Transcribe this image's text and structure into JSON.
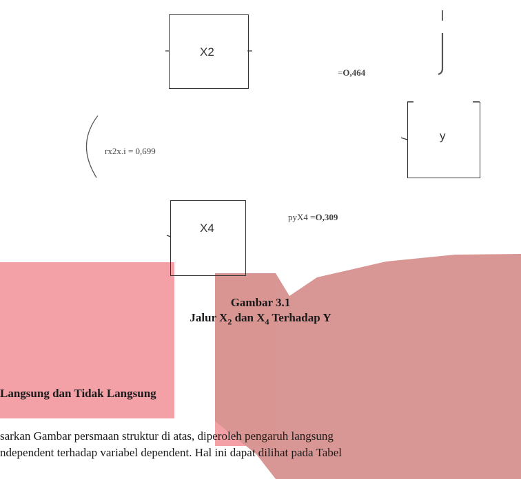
{
  "diagram": {
    "box_x2": "X2",
    "box_y": "y",
    "box_x4": "X4",
    "coef_py_x2_prefix": "=",
    "coef_py_x2_value": "O,464",
    "coef_r_x2x4": "rx2x.i = 0,699",
    "coef_py_x4_prefix": "pyX4 =",
    "coef_py_x4_value": "O,309"
  },
  "caption": {
    "line1": "Gambar 3.1",
    "line2_part1": "Jalur X",
    "line2_sub1": "2",
    "line2_part2": " dan X",
    "line2_sub2": "4",
    "line2_part3": " Terhadap Y"
  },
  "section": {
    "heading": "Langsung dan Tidak Langsung",
    "para_line1": "sarkan Gambar persmaan struktur di atas, diperoleh pengaruh langsung",
    "para_line2": "ndependent terhadap variabel dependent. Hal ini dapat dilihat pada Tabel"
  },
  "colors": {
    "pink_left": "#f3a0a6",
    "pink_mid": "#f3a0a6",
    "dusty_right": "#d79592"
  }
}
